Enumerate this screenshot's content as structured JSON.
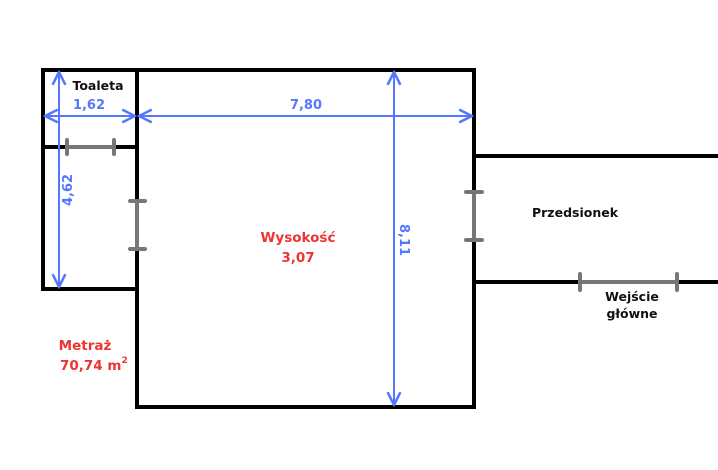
{
  "rooms": {
    "toilet": "Toaleta",
    "vestibule": "Przedsionek",
    "entrance": [
      "Wejście",
      "główne"
    ]
  },
  "main_room": {
    "height_label": "Wysokość",
    "height_value": "3,07"
  },
  "area": {
    "label": "Metraż",
    "value": "70,74 m",
    "unit_sup": "2"
  },
  "dimensions": {
    "toilet_width": "1,62",
    "toilet_length": "4,62",
    "room_width": "7,80",
    "room_length": "8,11"
  },
  "colors": {
    "wall": "#000000",
    "door": "#777777",
    "dimension": "#5577ff",
    "highlight": "#ee3333"
  }
}
